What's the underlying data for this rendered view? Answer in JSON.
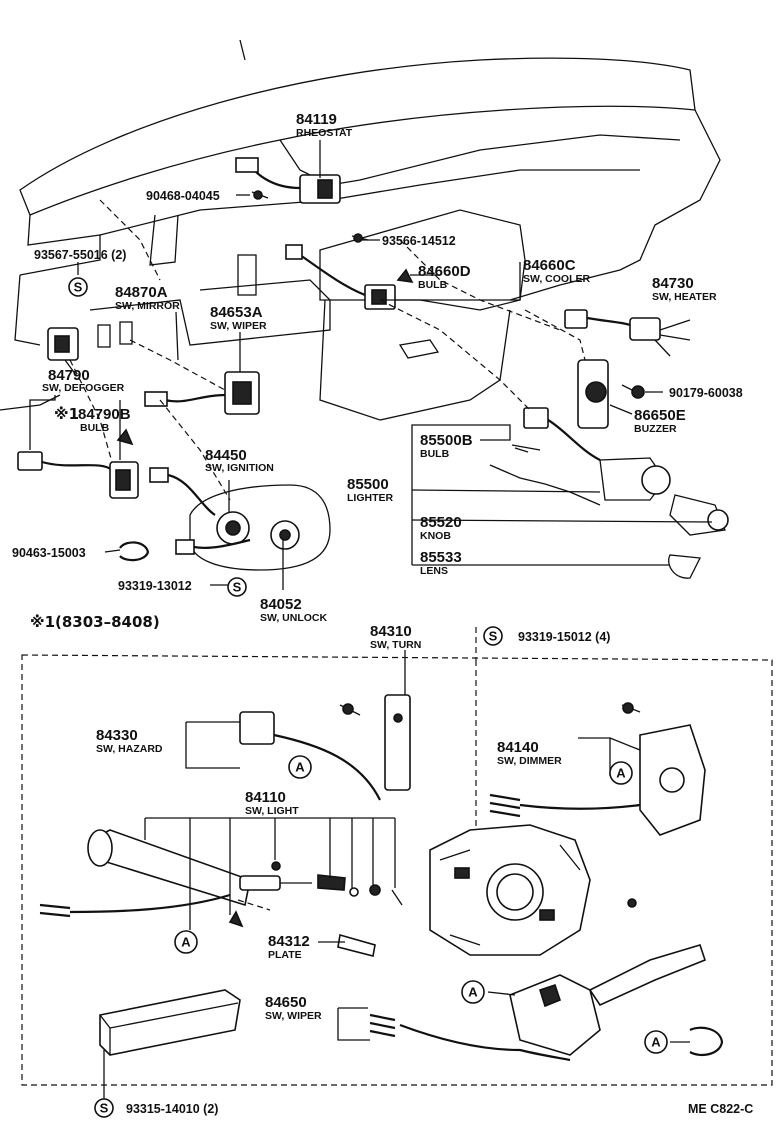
{
  "parts": {
    "p84119": {
      "number": "84119",
      "name": "RHEOSTAT"
    },
    "p90468": {
      "number": "90468-04045"
    },
    "p93566": {
      "number": "93566-14512"
    },
    "p93567": {
      "number": "93567-55016 (2)"
    },
    "p84660C": {
      "number": "84660C",
      "name": "SW, COOLER"
    },
    "p84660D": {
      "number": "84660D",
      "name": "BULB"
    },
    "p84730": {
      "number": "84730",
      "name": "SW, HEATER"
    },
    "p84870A": {
      "number": "84870A",
      "name": "SW, MIRROR"
    },
    "p84653A": {
      "number": "84653A",
      "name": "SW, WIPER"
    },
    "p90179": {
      "number": "90179-60038"
    },
    "p86650E": {
      "number": "86650E",
      "name": "BUZZER"
    },
    "p84790": {
      "number": "84790",
      "name": "SW, DEFOGGER"
    },
    "p84790B": {
      "number": "84790B",
      "name": "BULB"
    },
    "p85500B": {
      "number": "85500B",
      "name": "BULB"
    },
    "p84450": {
      "number": "84450",
      "name": "SW, IGNITION"
    },
    "p85500": {
      "number": "85500",
      "name": "LIGHTER"
    },
    "p85520": {
      "number": "85520",
      "name": "KNOB"
    },
    "p90463": {
      "number": "90463-15003"
    },
    "p85533": {
      "number": "85533",
      "name": "LENS"
    },
    "p93319_13012": {
      "number": "93319-13012"
    },
    "p84052": {
      "number": "84052",
      "name": "SW, UNLOCK"
    },
    "p84310": {
      "number": "84310",
      "name": "SW, TURN"
    },
    "p93319_15012": {
      "number": "93319-15012 (4)"
    },
    "p84330": {
      "number": "84330",
      "name": "SW, HAZARD"
    },
    "p84140": {
      "number": "84140",
      "name": "SW, DIMMER"
    },
    "p84110": {
      "number": "84110",
      "name": "SW, LIGHT"
    },
    "p84312": {
      "number": "84312",
      "name": "PLATE"
    },
    "p84650": {
      "number": "84650",
      "name": "SW, WIPER"
    },
    "p93315": {
      "number": "93315-14010 (2)"
    }
  },
  "markers": {
    "star_note": "※1",
    "star_range": "※1(8303–8408)",
    "s": "S",
    "a": "A"
  },
  "footer": {
    "code": "ME  C822-C"
  }
}
